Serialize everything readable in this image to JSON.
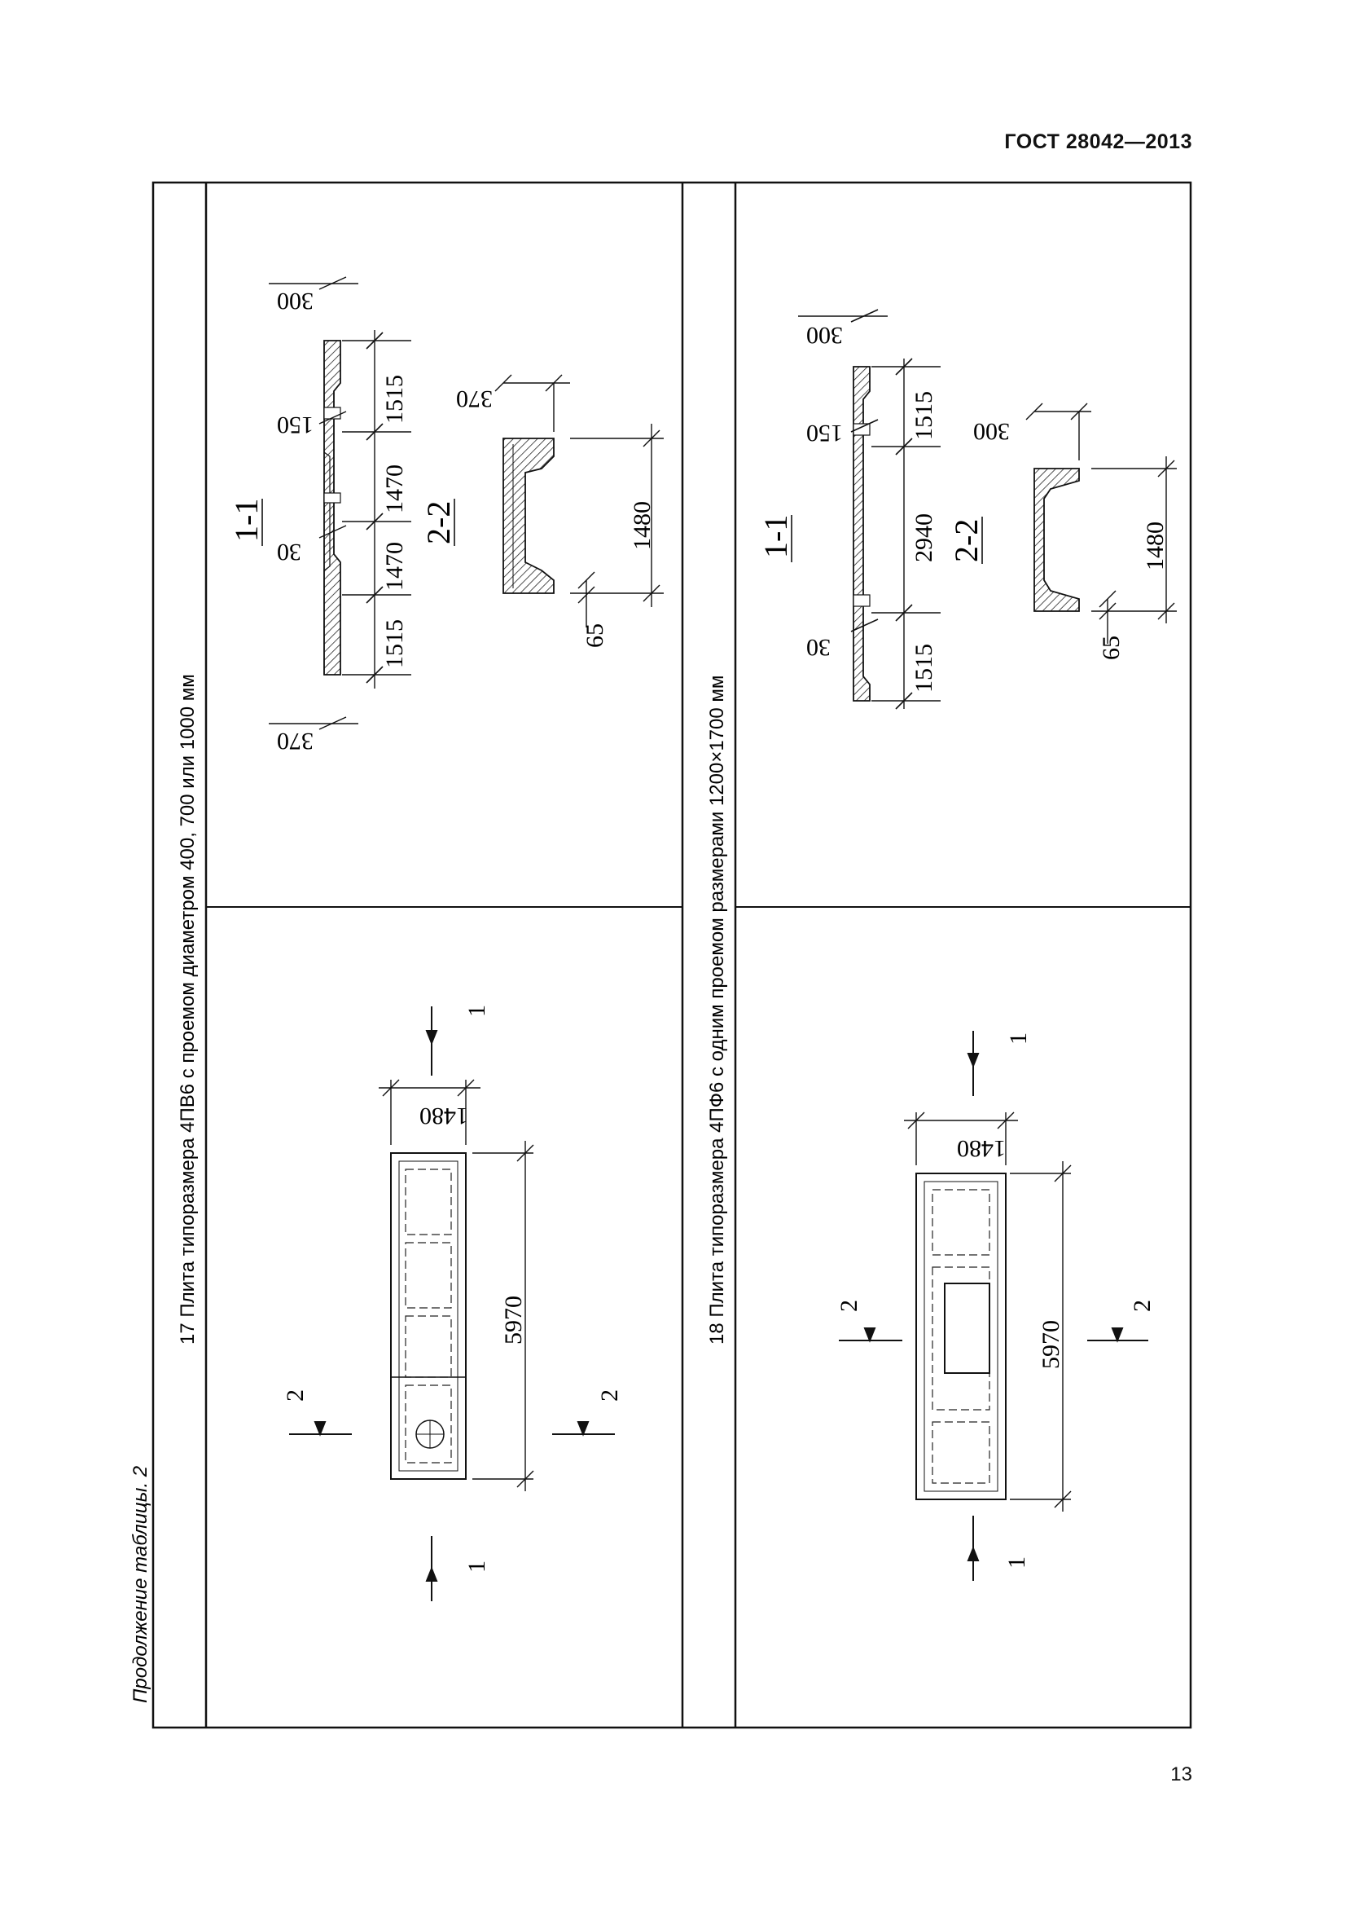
{
  "header": {
    "doc_code": "ГОСТ 28042—2013"
  },
  "table_note": "Продолжение таблицы. 2",
  "rows": [
    {
      "caption": "17 Плита типоразмера 4ПВ6 с проемом диаметром 400, 700 или 1000 мм",
      "plan": {
        "length": "5970",
        "width": "1480",
        "cut1": "1",
        "cut2": "2"
      },
      "section_1_1": {
        "label": "1-1",
        "dims": [
          "1515",
          "1470",
          "1470",
          "1515"
        ],
        "rib_dims": [
          "370",
          "30",
          "150",
          "300"
        ]
      },
      "section_2_2": {
        "label": "2-2",
        "width": "1480",
        "height": "370",
        "edge": "65"
      }
    },
    {
      "caption": "18 Плита типоразмера 4ПФ6 с одним проемом размерами 1200×1700 мм",
      "plan": {
        "length": "5970",
        "width": "1480",
        "cut1": "1",
        "cut2": "2"
      },
      "section_1_1": {
        "label": "1-1",
        "dims": [
          "1515",
          "2940",
          "1515"
        ],
        "rib_dims": [
          "30",
          "150",
          "300"
        ]
      },
      "section_2_2": {
        "label": "2-2",
        "width": "1480",
        "height": "300",
        "edge": "65"
      }
    }
  ],
  "page_number": "13"
}
